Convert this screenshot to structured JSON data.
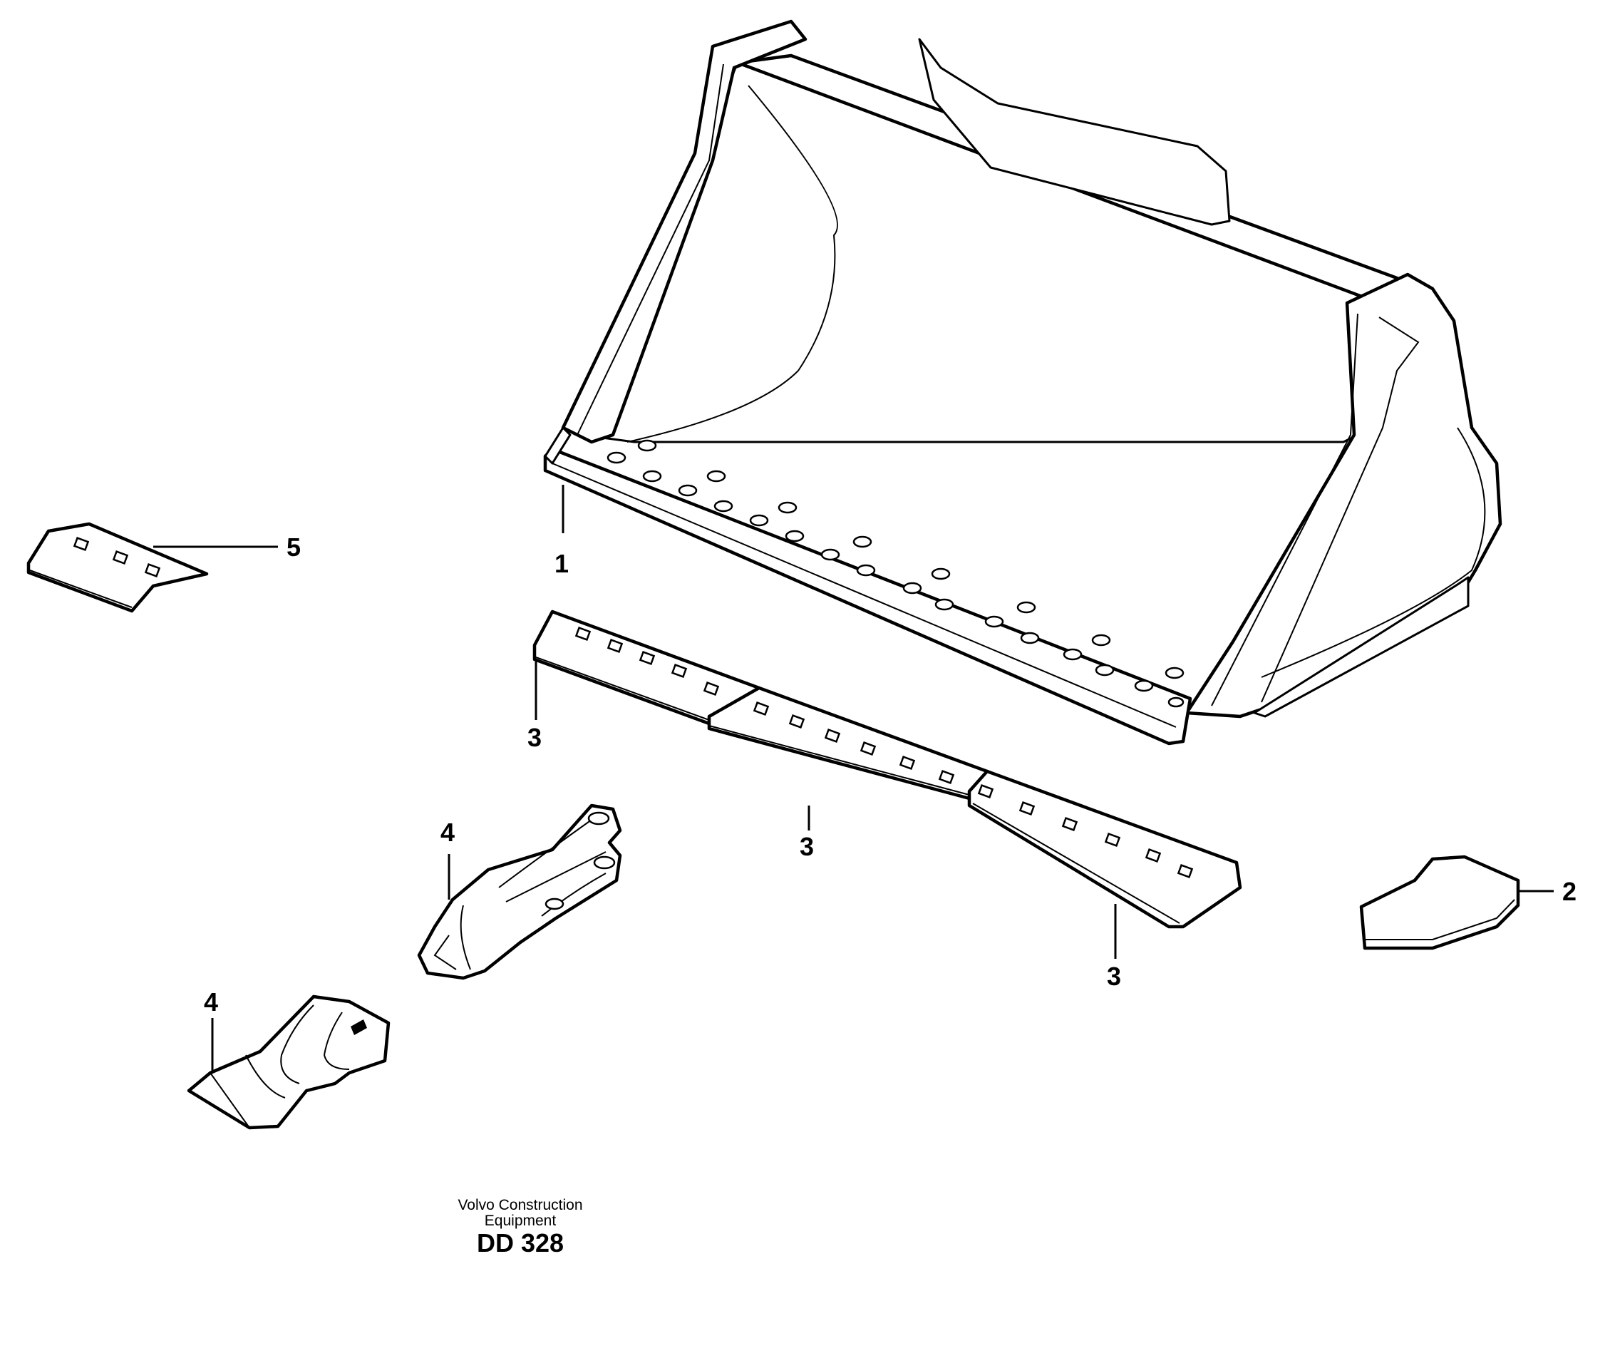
{
  "callouts": [
    {
      "label": "1"
    },
    {
      "label": "2"
    },
    {
      "label": "3"
    },
    {
      "label": "3"
    },
    {
      "label": "3"
    },
    {
      "label": "4"
    },
    {
      "label": "4"
    },
    {
      "label": "5"
    }
  ],
  "caption": {
    "company_line1": "Volvo Construction",
    "company_line2": "Equipment",
    "code": "DD 328"
  }
}
